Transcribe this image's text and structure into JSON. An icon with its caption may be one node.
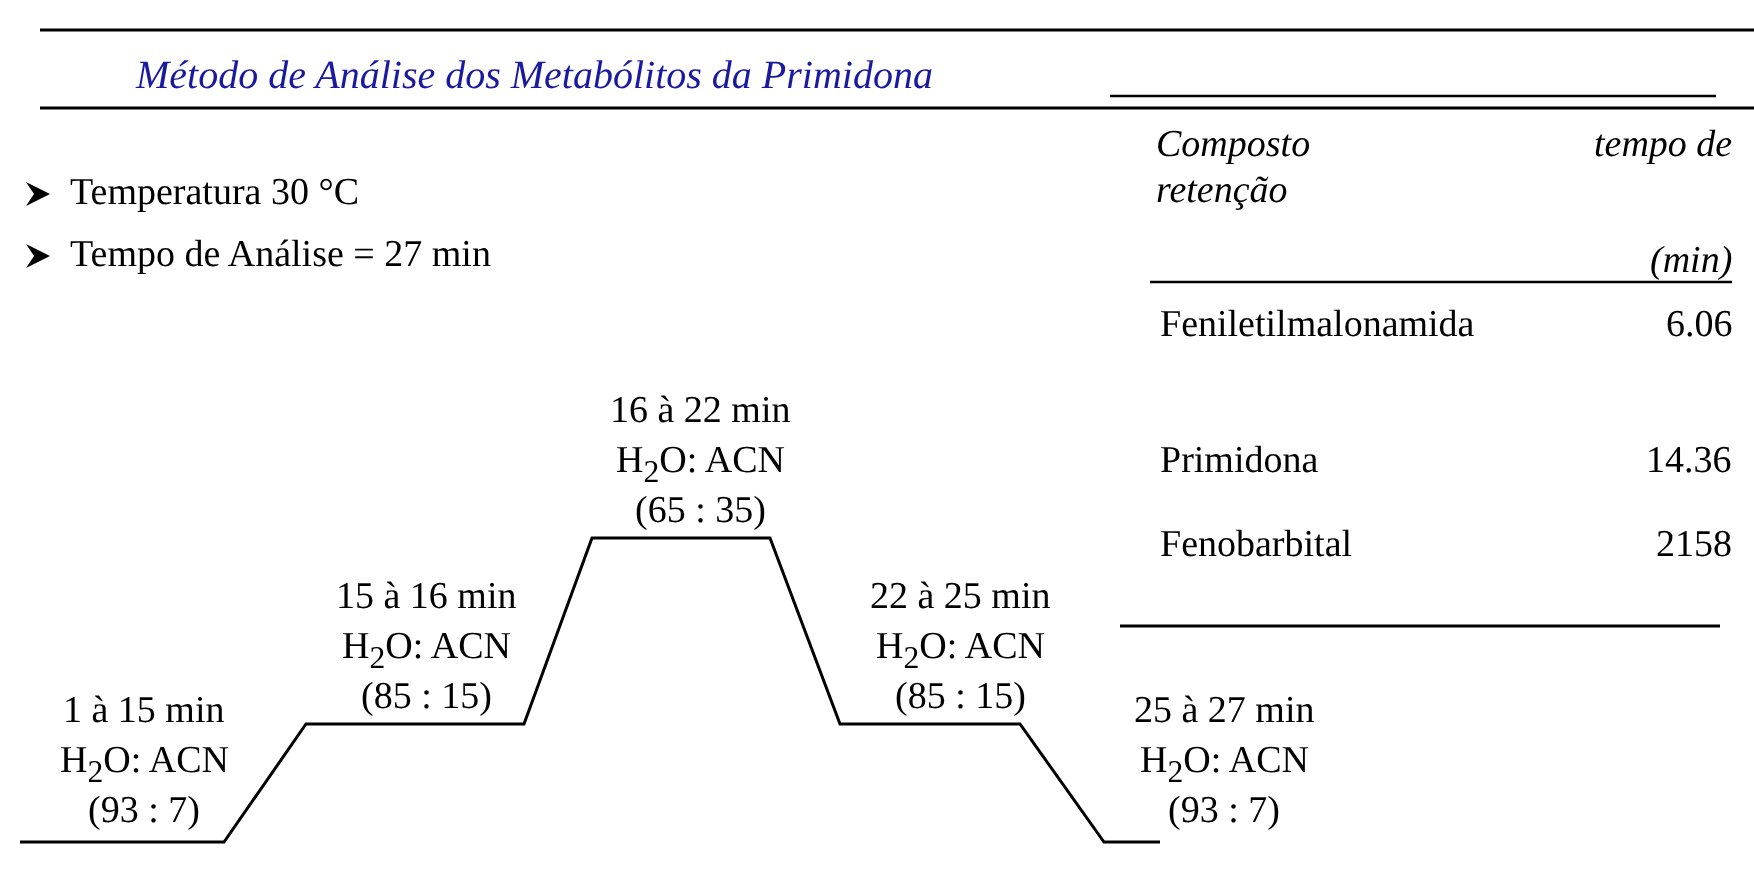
{
  "diagram": {
    "title": "Método de Análise dos Metabólitos da Primidona",
    "labels": [
      "Temperatura 30 °C",
      "Tempo de Análise = 27 min",
      "Composto",
      "tempo de",
      "retenção",
      "(min)",
      "Feniletilmalonamida",
      "6.06",
      "Primidona",
      "14.36",
      "Fenobarbital",
      "2158",
      "1 à 15 min",
      "H$_{2}$O: ACN",
      "(93 : 7)",
      "15 à 16 min",
      "H$_{2}$O: ACN",
      "(85 : 15)",
      "16 à 22 min",
      "H$_{2}$O: ACN",
      "(65 : 35)",
      "22 à 25 min",
      "H$_{2}$O: ACN",
      "(85 : 15)",
      "25 à 27 min",
      "H$_{2}$O: ACN",
      "(93 : 7)"
    ]
  }
}
